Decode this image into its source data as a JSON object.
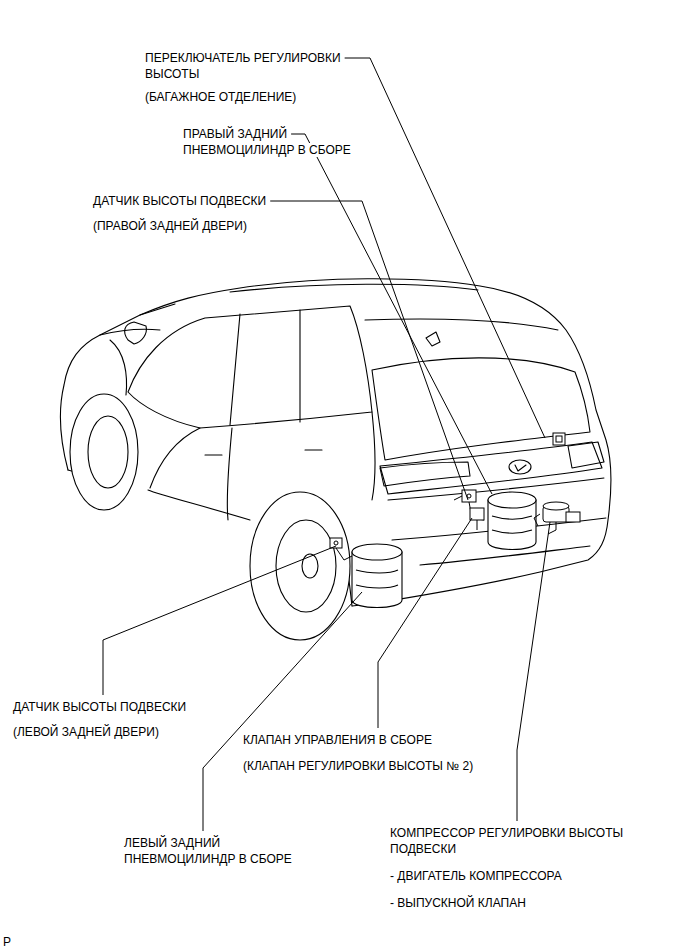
{
  "diagram": {
    "labels": [
      "ПЕРЕКЛЮЧАТЕЛЬ РЕГУЛИРОВКИ ВЫСОТЫ",
      "(БАГАЖНОЕ ОТДЕЛЕНИЕ)",
      "ПРАВЫЙ ЗАДНИЙ ПНЕВМОЦИЛИНДР В СБОРЕ",
      "ДАТЧИК ВЫСОТЫ ПОДВЕСКИ",
      "(ПРАВОЙ ЗАДНЕЙ ДВЕРИ)",
      "ДАТЧИК ВЫСОТЫ ПОДВЕСКИ",
      "(ЛЕВОЙ ЗАДНЕЙ ДВЕРИ)",
      "КЛАПАН УПРАВЛЕНИЯ В СБОРЕ",
      "(КЛАПАН РЕГУЛИРОВКИ ВЫСОТЫ № 2)",
      "ЛЕВЫЙ ЗАДНИЙ ПНЕВМОЦИЛИНДР В СБОРЕ",
      "КОМПРЕССОР РЕГУЛИРОВКИ ВЫСОТЫ ПОДВЕСКИ",
      "- ДВИГАТЕЛЬ КОМПРЕССОРА",
      "- ВЫПУСКНОЙ КЛАПАН",
      "P"
    ]
  }
}
